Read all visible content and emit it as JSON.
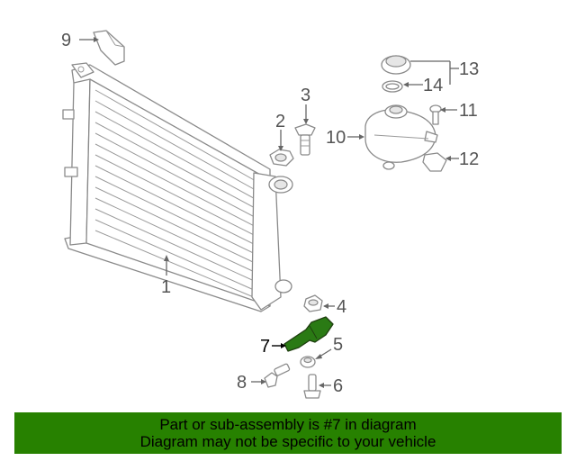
{
  "callouts": {
    "c1": "1",
    "c2": "2",
    "c3": "3",
    "c4": "4",
    "c5": "5",
    "c6": "6",
    "c7": "7",
    "c8": "8",
    "c9": "9",
    "c10": "10",
    "c11": "11",
    "c12": "12",
    "c13": "13",
    "c14": "14"
  },
  "highlight_part": "7",
  "colors": {
    "banner": "#278100",
    "highlight": "#2a7a14"
  },
  "banner": {
    "line1": "Part or sub-assembly is #7 in diagram",
    "line2": "Diagram may not be specific to your vehicle"
  }
}
